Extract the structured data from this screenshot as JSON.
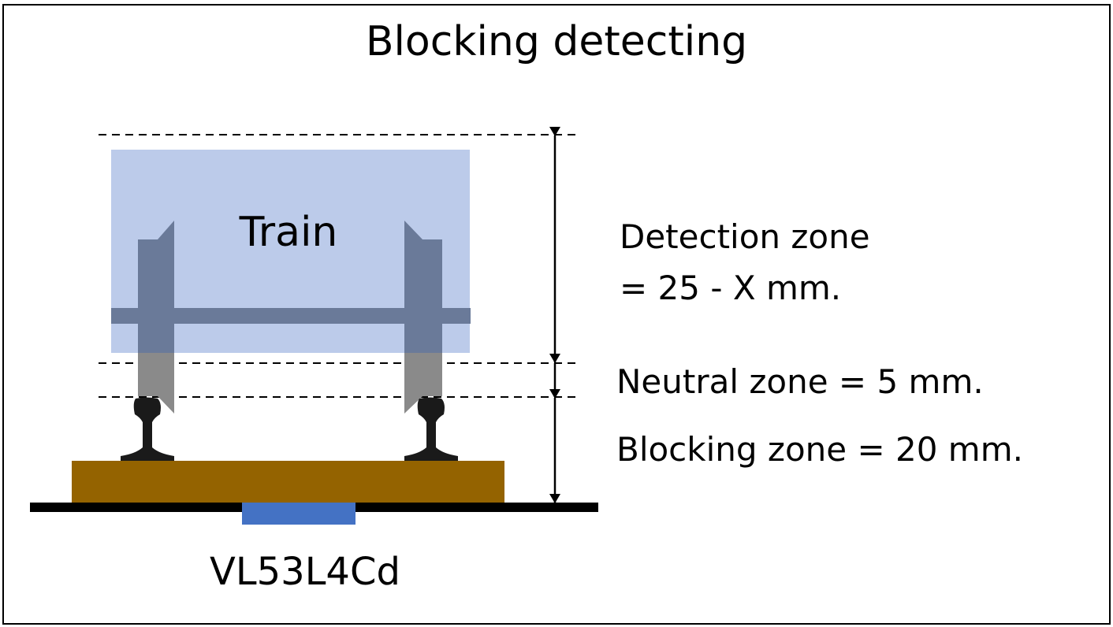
{
  "title": "Blocking detecting",
  "train": {
    "label": "Train",
    "body_color": "#BCCBEA",
    "wheel_color": "#6A7A99",
    "wheel_low_color": "#8A8A8A"
  },
  "sensor": {
    "label": "VL53L4Cd",
    "color": "#4472C4"
  },
  "track": {
    "sleeper_color": "#946300",
    "rail_color": "#1A1A1A",
    "base_color": "#000000"
  },
  "zones": {
    "detection_line1": "Detection zone",
    "detection_line2": "= 25 - X mm.",
    "neutral": "Neutral zone = 5 mm.",
    "blocking": "Blocking zone = 20 mm."
  }
}
